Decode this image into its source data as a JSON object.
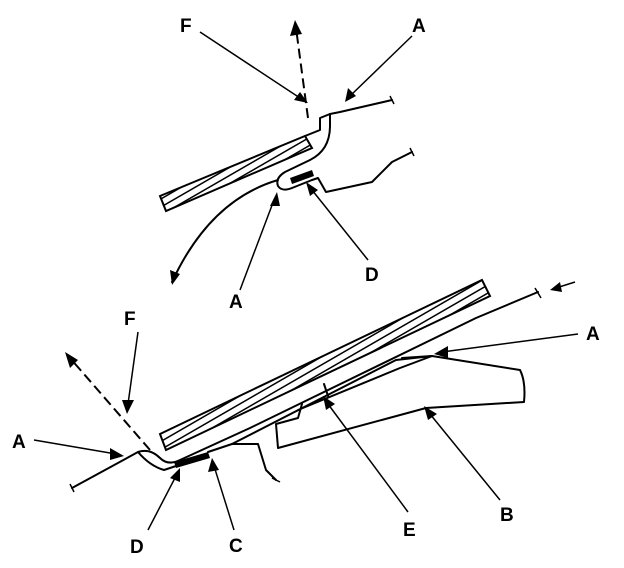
{
  "labels": {
    "top_F": "F",
    "top_A_right": "A",
    "top_A_bottom": "A",
    "top_D": "D",
    "bot_F": "F",
    "bot_A_left": "A",
    "bot_A_right": "A",
    "bot_B": "B",
    "bot_C": "C",
    "bot_D": "D",
    "bot_E": "E"
  },
  "colors": {
    "ink": "#000000",
    "background": "#ffffff"
  }
}
